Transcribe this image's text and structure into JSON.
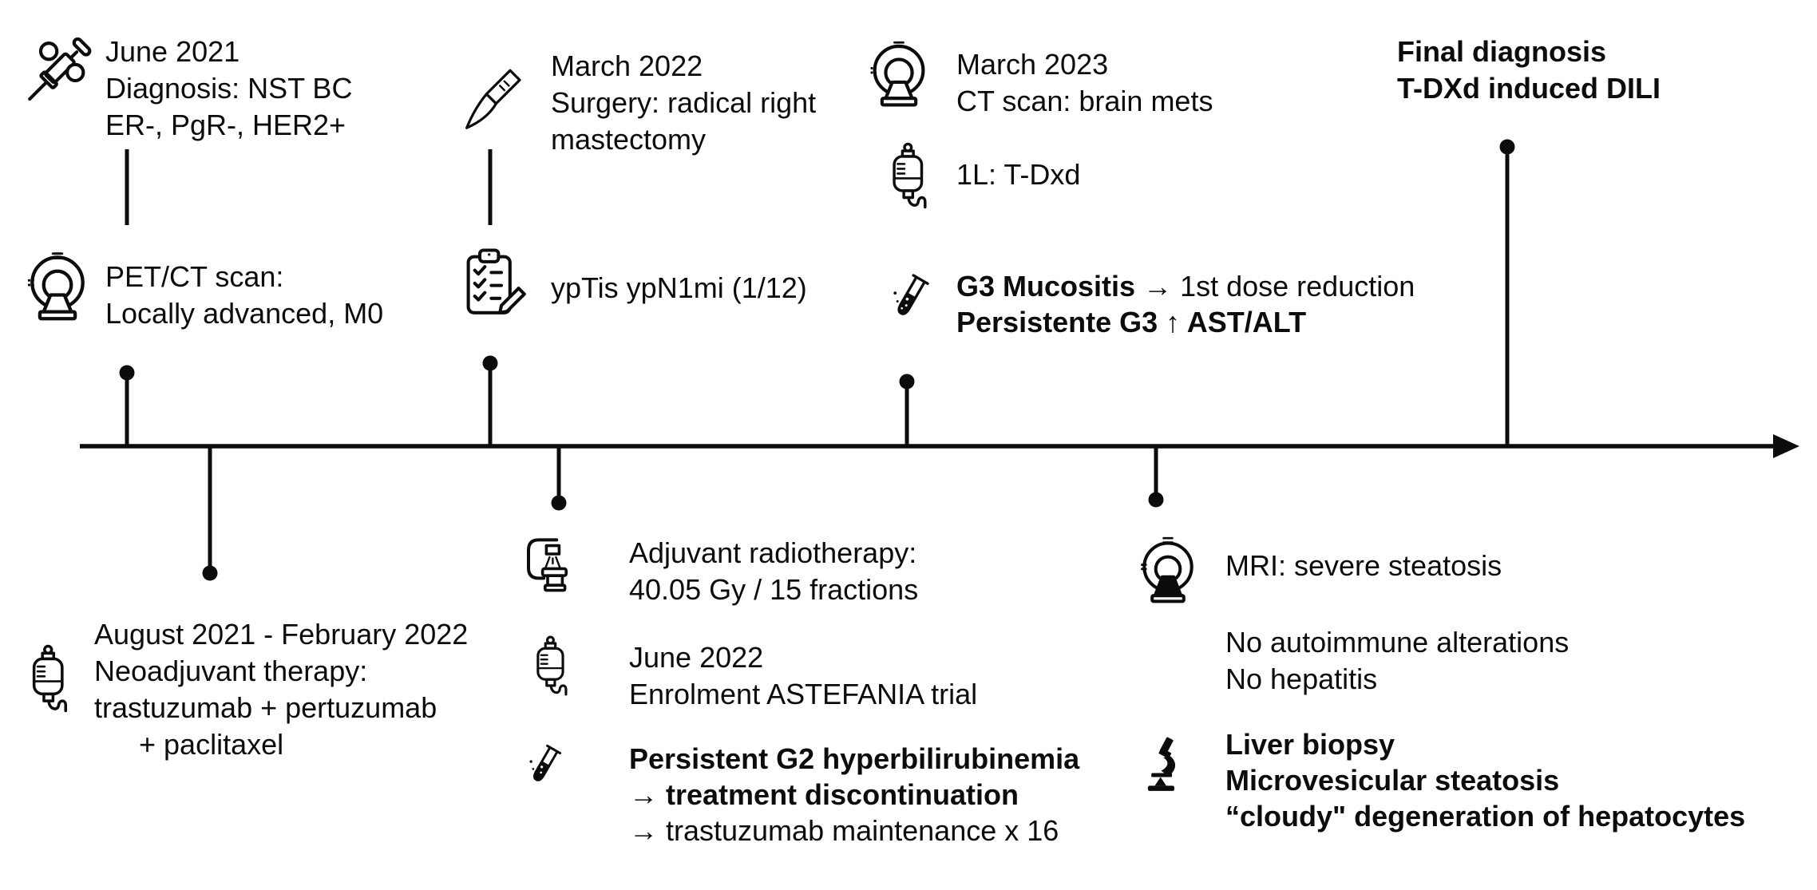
{
  "colors": {
    "ink": "#0c0c0c",
    "background": "#ffffff"
  },
  "icons": {
    "diagnosis": "syringe-icon",
    "staging": "ct-scanner-icon",
    "surgery": "scalpel-icon",
    "pathology": "clipboard-checklist-icon",
    "progression": "ct-scanner-icon",
    "first_line": "iv-bag-icon",
    "toxicity": "test-tube-icon",
    "neoadjuvant": "iv-bag-icon",
    "radiotherapy": "radiotherapy-machine-icon",
    "trial": "iv-bag-icon",
    "hyperbilirubinemia": "test-tube-icon",
    "mri": "mri-scanner-icon",
    "biopsy": "microscope-icon"
  },
  "top_events": {
    "diagnosis": {
      "lines": [
        "June 2021",
        "Diagnosis: NST BC",
        "ER-, PgR-, HER2+"
      ]
    },
    "staging": {
      "lines": [
        "PET/CT scan:",
        "Locally advanced, M0"
      ]
    },
    "surgery": {
      "lines": [
        "March 2022",
        "Surgery: radical right",
        "mastectomy"
      ]
    },
    "pathology": {
      "lines": [
        "ypTis ypN1mi (1/12)"
      ]
    },
    "progression": {
      "lines": [
        "March 2023",
        "CT scan: brain mets"
      ]
    },
    "first_line": {
      "lines": [
        "1L: T-Dxd"
      ]
    },
    "toxicity": {
      "bold_lead": "G3 Mucositis →",
      "regular_tail": " 1st dose reduction",
      "bold_line2": "Persistente G3 ↑ AST/ALT"
    },
    "final_diagnosis": {
      "lines": [
        "Final diagnosis",
        "T-DXd induced DILI"
      ]
    }
  },
  "bottom_events": {
    "neoadjuvant": {
      "lines": [
        "August 2021 - February 2022",
        "Neoadjuvant therapy:",
        "trastuzumab + pertuzumab",
        "+ paclitaxel"
      ]
    },
    "radiotherapy": {
      "lines": [
        "Adjuvant radiotherapy:",
        "40.05 Gy / 15 fractions"
      ]
    },
    "trial": {
      "lines": [
        "June 2022",
        "Enrolment ASTEFANIA trial"
      ]
    },
    "hyperbilirubinemia": {
      "bold_lines": [
        "Persistent G2 hyperbilirubinemia",
        "→ treatment discontinuation"
      ],
      "regular_line": "→ trastuzumab maintenance x 16"
    },
    "mri": {
      "lines": [
        "MRI: severe steatosis"
      ]
    },
    "serology": {
      "lines": [
        "No autoimmune alterations",
        "No hepatitis"
      ]
    },
    "biopsy": {
      "lines": [
        "Liver biopsy",
        "Microvesicular steatosis",
        "“cloudy\" degeneration of hepatocytes"
      ]
    }
  }
}
